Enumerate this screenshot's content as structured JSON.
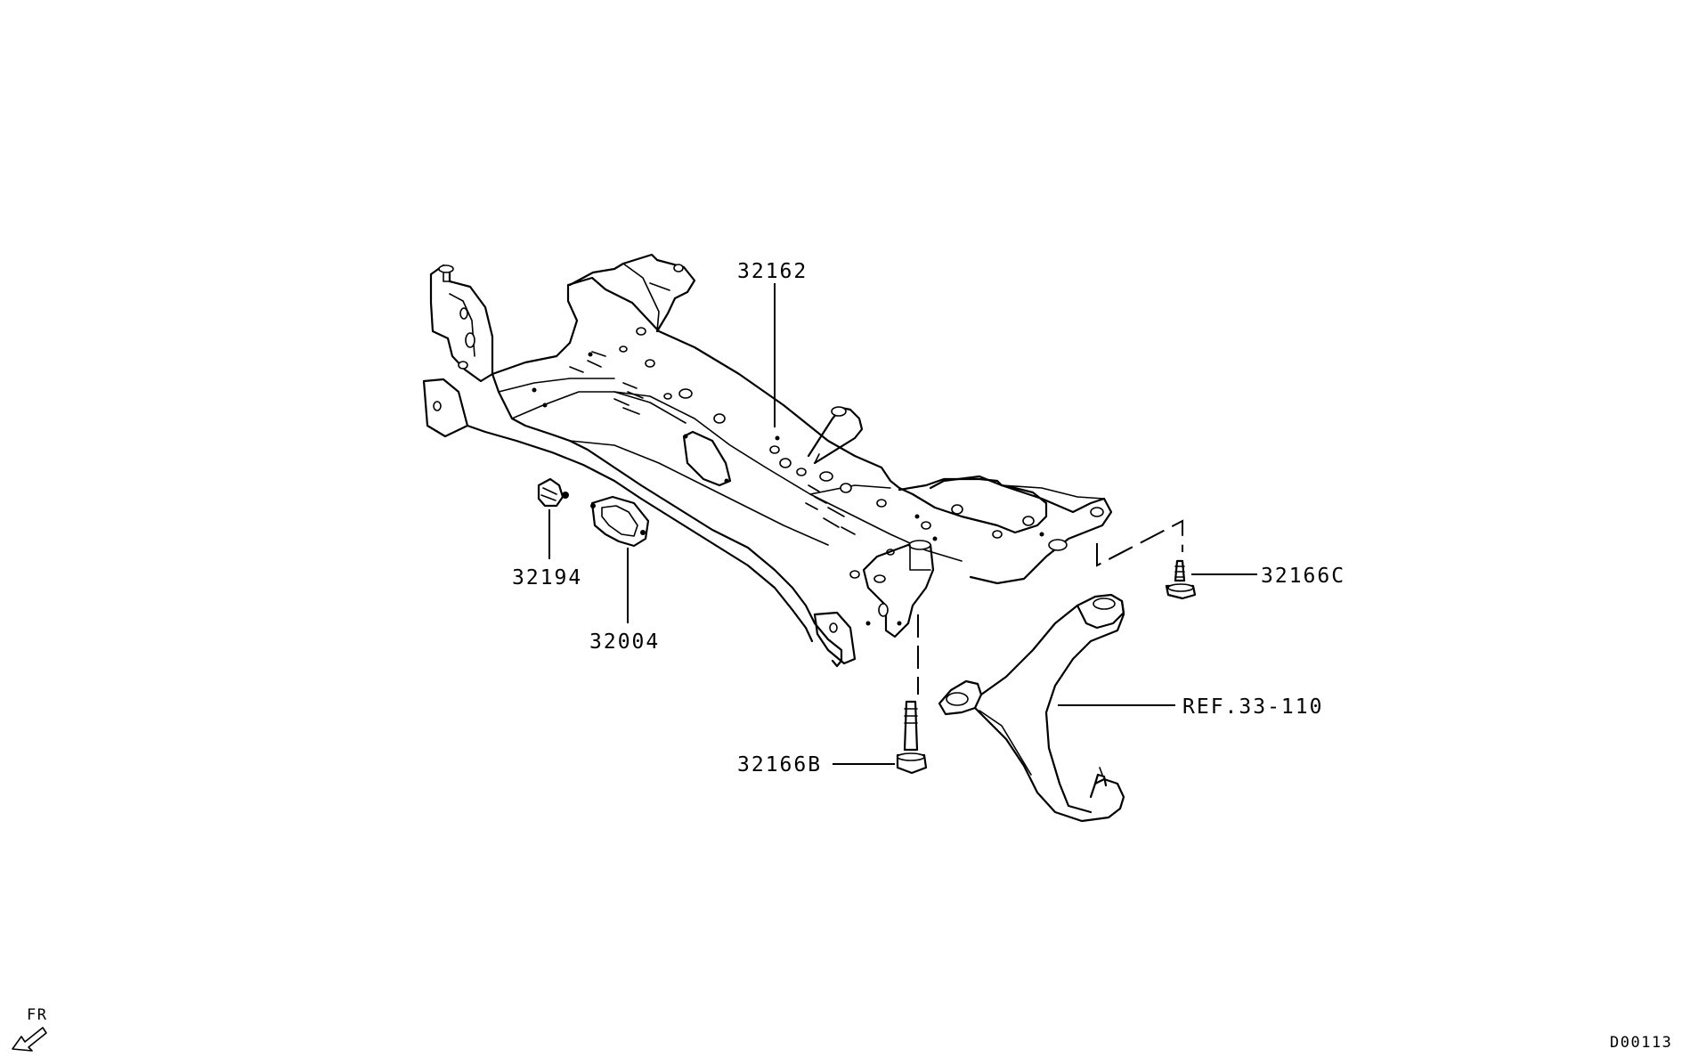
{
  "callouts": {
    "crossmember": "32162",
    "clip": "32194",
    "plate": "32004",
    "bolt_rear": "32166C",
    "bolt_front": "32166B",
    "lower_arm_ref": "REF.33-110"
  },
  "orientation": {
    "label": "FR"
  },
  "diagram_code": "D00113",
  "colors": {
    "line": "#000000",
    "background": "#ffffff"
  }
}
